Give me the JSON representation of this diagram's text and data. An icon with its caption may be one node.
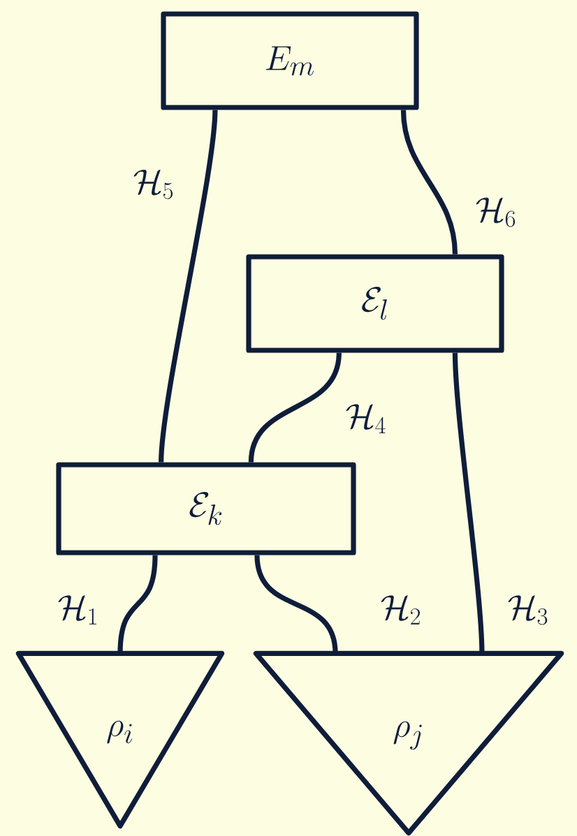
{
  "diagram": {
    "nodes": [
      {
        "text": [
          "E_m"
        ]
      },
      {
        "text": [
          "\\mathcal{E}_l"
        ]
      },
      {
        "text": [
          "\\mathcal{E}_k"
        ]
      },
      {
        "text": [
          "\\rho_i"
        ]
      },
      {
        "text": [
          "\\rho_j"
        ]
      }
    ],
    "edges": [
      {
        "from": 0,
        "to": 2,
        "arrow": "none",
        "label": "\\mathcal{H}_5"
      },
      {
        "from": 0,
        "to": 1,
        "arrow": "none",
        "label": "\\mathcal{H}_6"
      },
      {
        "from": 1,
        "to": 2,
        "arrow": "none",
        "label": "\\mathcal{H}_4"
      },
      {
        "from": 2,
        "to": 3,
        "arrow": "none",
        "label": "\\mathcal{H}_1"
      },
      {
        "from": 2,
        "to": 4,
        "arrow": "none",
        "label": "\\mathcal{H}_2"
      },
      {
        "from": 1,
        "to": 4,
        "arrow": "none",
        "label": "\\mathcal{H}_3"
      }
    ]
  }
}
